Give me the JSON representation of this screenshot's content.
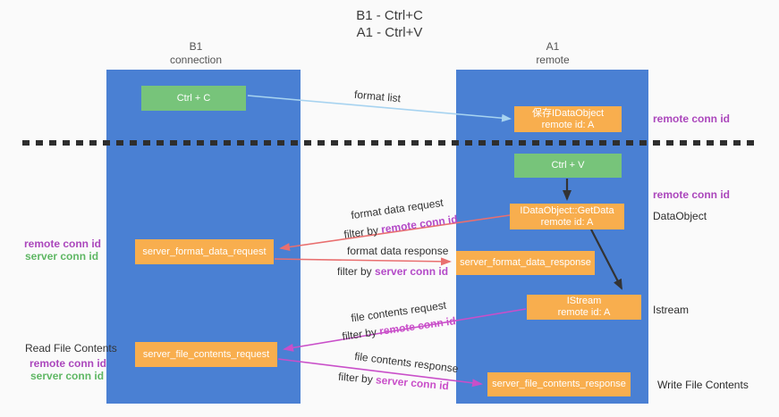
{
  "title": {
    "line1": "B1 - Ctrl+C",
    "line2": "A1 - Ctrl+V"
  },
  "lanes": {
    "left": {
      "name": "B1",
      "role": "connection"
    },
    "right": {
      "name": "A1",
      "role": "remote"
    }
  },
  "nodes": {
    "ctrl_c": {
      "label": "Ctrl + C"
    },
    "save_dataobject": {
      "line1": "保存IDataObject",
      "line2": "remote id: A"
    },
    "ctrl_v": {
      "label": "Ctrl + V"
    },
    "getdata": {
      "line1": "IDataObject::GetData",
      "line2": "remote id: A"
    },
    "format_request": {
      "label": "server_format_data_request"
    },
    "format_response": {
      "label": "server_format_data_response"
    },
    "istream": {
      "line1": "IStream",
      "line2": "remote id: A"
    },
    "file_request": {
      "label": "server_file_contents_request"
    },
    "file_response": {
      "label": "server_file_contents_response"
    }
  },
  "annotations": {
    "format_list": "format list",
    "remote_conn_id_top": "remote conn id",
    "remote_conn_id_mid": "remote conn id",
    "dataobject": "DataObject",
    "istream": "Istream",
    "read_file_contents": "Read File Contents",
    "write_file_contents": "Write File Contents",
    "left_format": {
      "remote": "remote conn id",
      "server": "server conn id"
    },
    "left_file": {
      "remote": "remote conn id",
      "server": "server conn id"
    },
    "format_data_request": "format data request",
    "filter_format_request": {
      "prefix": "filter by ",
      "target": "remote conn id"
    },
    "format_data_response": "format data response",
    "filter_format_response": {
      "prefix": "filter by ",
      "target": "server conn id"
    },
    "file_contents_request": "file contents request",
    "filter_file_request": {
      "prefix": "filter by ",
      "target": "remote conn id"
    },
    "file_contents_response": "file contents response",
    "filter_file_response": {
      "prefix": "filter by ",
      "target": "server conn id"
    }
  },
  "colors": {
    "lane_blue": "#4a80d3",
    "node_green": "#77c47a",
    "node_orange": "#f8ae4e",
    "accent_purple": "#ab47bc",
    "accent_green": "#5fb764",
    "accent_magenta": "#c94fc9",
    "arrow_salmon": "#e96f6f",
    "arrow_light_blue": "#a7d3f0",
    "arrow_black": "#333333"
  }
}
